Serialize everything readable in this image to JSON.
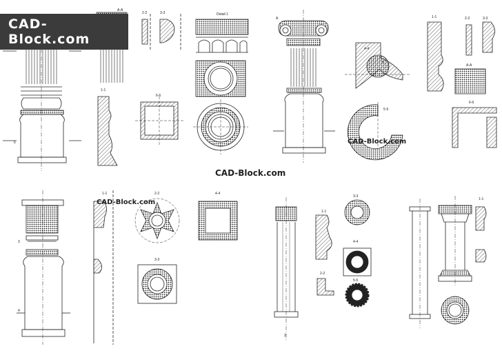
{
  "watermarks": {
    "badge": "CAD-Block.com",
    "center": "CAD-Block.com",
    "left": "CAD-Block.com",
    "right": "CAD-Block.com"
  },
  "labels": {
    "aa1": "A-A",
    "s22a": "2-2",
    "s33a": "3-3",
    "detail": "Detail 1",
    "s11a": "1-1",
    "s66": "6-6",
    "s44a": "4-4",
    "s55": "5-5",
    "s11b": "1-1",
    "s22b": "2-2",
    "s33b": "3-3",
    "aa2": "A-A",
    "s66b": "6-6",
    "s11c": "1-1",
    "s22c": "2-2",
    "s44b": "4-4",
    "s33c": "3-3",
    "s11d": "1-1",
    "s33d": "3-3",
    "s44c": "4-4",
    "s55b": "5-5",
    "s22d": "2-2",
    "s11e": "1-1",
    "a": "A",
    "n5": "5",
    "n6": "6",
    "n4": "4",
    "n3": "3",
    "n2": "2"
  }
}
